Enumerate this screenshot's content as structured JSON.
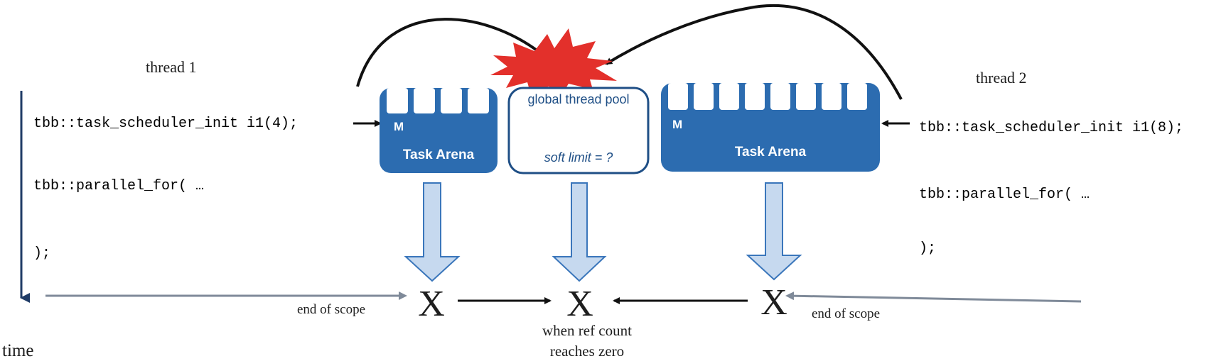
{
  "colors": {
    "arena_fill": "#2c6cb0",
    "pool_stroke": "#1f4f86",
    "burst_fill": "#e3302b",
    "down_arrow_fill": "#c6d9ef",
    "down_arrow_stroke": "#3a76bb",
    "x_mark": "#2a3f66",
    "timeline": "#1f3b66",
    "scope_arrow": "#7f8a99"
  },
  "labels": {
    "thread1": "thread 1",
    "thread2": "thread 2",
    "time": "time",
    "end_of_scope_left": "end of scope",
    "end_of_scope_right": "end of scope",
    "ref_count_line1": "when ref count",
    "ref_count_line2": "reaches zero",
    "x_left": "X",
    "x_center": "X",
    "x_right": "X"
  },
  "thread1_code": {
    "init": "tbb::task_scheduler_init i1(4);",
    "parallel_for": "tbb::parallel_for( …",
    "close": ");"
  },
  "thread2_code": {
    "init": "tbb::task_scheduler_init i1(8);",
    "parallel_for": "tbb::parallel_for( …",
    "close": ");"
  },
  "left_arena": {
    "title": "Task Arena",
    "master_label": "M",
    "slots": 4
  },
  "right_arena": {
    "title": "Task Arena",
    "master_label": "M",
    "slots": 8
  },
  "pool": {
    "title": "global thread pool",
    "limit": "soft limit = ?"
  }
}
